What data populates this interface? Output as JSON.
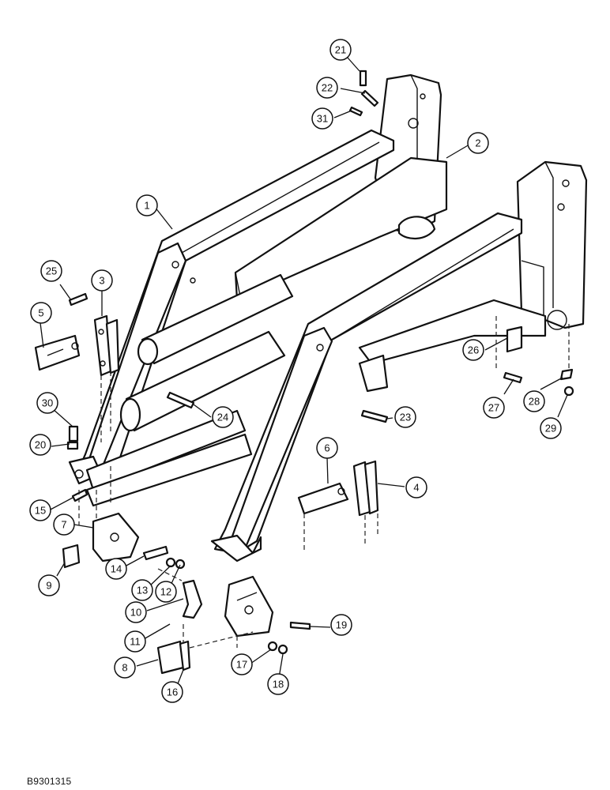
{
  "drawing_code": "B9301315",
  "callouts": [
    "1",
    "2",
    "3",
    "4",
    "5",
    "6",
    "7",
    "8",
    "9",
    "10",
    "11",
    "12",
    "13",
    "14",
    "15",
    "16",
    "17",
    "18",
    "19",
    "20",
    "21",
    "22",
    "23",
    "24",
    "25",
    "26",
    "27",
    "28",
    "29",
    "30",
    "31"
  ]
}
